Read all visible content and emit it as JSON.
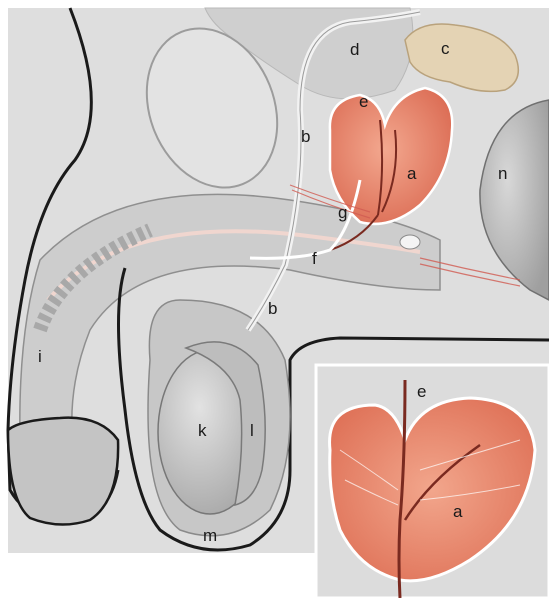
{
  "labels": {
    "a": "a",
    "b_upper": "b",
    "b_lower": "b",
    "c": "c",
    "d": "d",
    "e": "e",
    "f": "f",
    "g": "g",
    "i": "i",
    "k": "k",
    "l": "l",
    "m": "m",
    "n": "n",
    "inset_a": "a",
    "inset_e": "e"
  },
  "colors": {
    "background_panel": "#dedede",
    "tissue_gray": "#c9c9c9",
    "outline": "#1a1a1a",
    "prostate": "#e8836a",
    "seminal_vesicle": "#e4d3b4",
    "bladder": "#d0d0d0"
  }
}
